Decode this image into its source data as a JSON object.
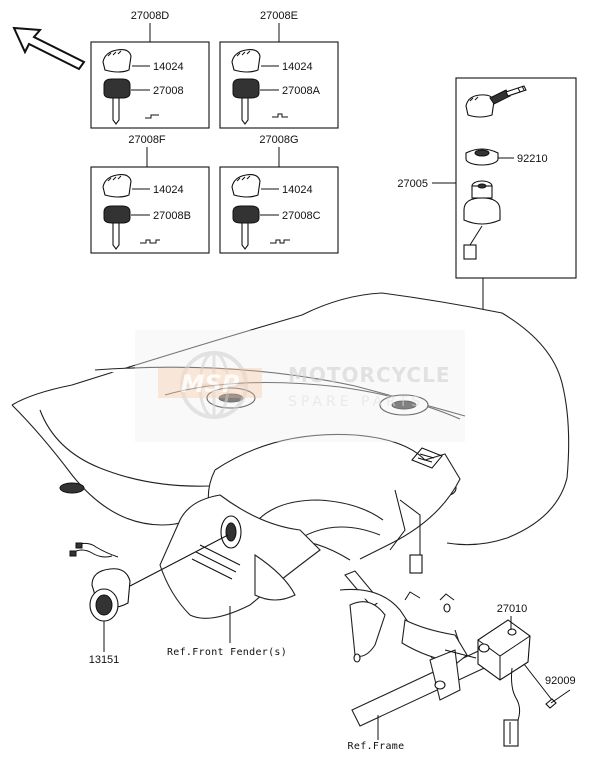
{
  "diagram": {
    "direction_arrow": "front-direction-arrow",
    "key_sets": [
      {
        "set_number": "27008D",
        "cover_number": "14024",
        "key_number": "27008"
      },
      {
        "set_number": "27008E",
        "cover_number": "14024",
        "key_number": "27008A"
      },
      {
        "set_number": "27008F",
        "cover_number": "14024",
        "key_number": "27008B"
      },
      {
        "set_number": "27008G",
        "cover_number": "14024",
        "key_number": "27008C"
      }
    ],
    "ignition_assembly": {
      "number": "27005",
      "nut_number": "92210"
    },
    "switch_part": "13151",
    "relay_part": "27010",
    "bolt_part": "92009",
    "ref_front_fender": "Ref.Front Fender(s)",
    "ref_frame": "Ref.Frame",
    "watermark": {
      "logo": "MSP",
      "line1": "MOTORCYCLE",
      "line2": "SPARE PARTS"
    }
  }
}
